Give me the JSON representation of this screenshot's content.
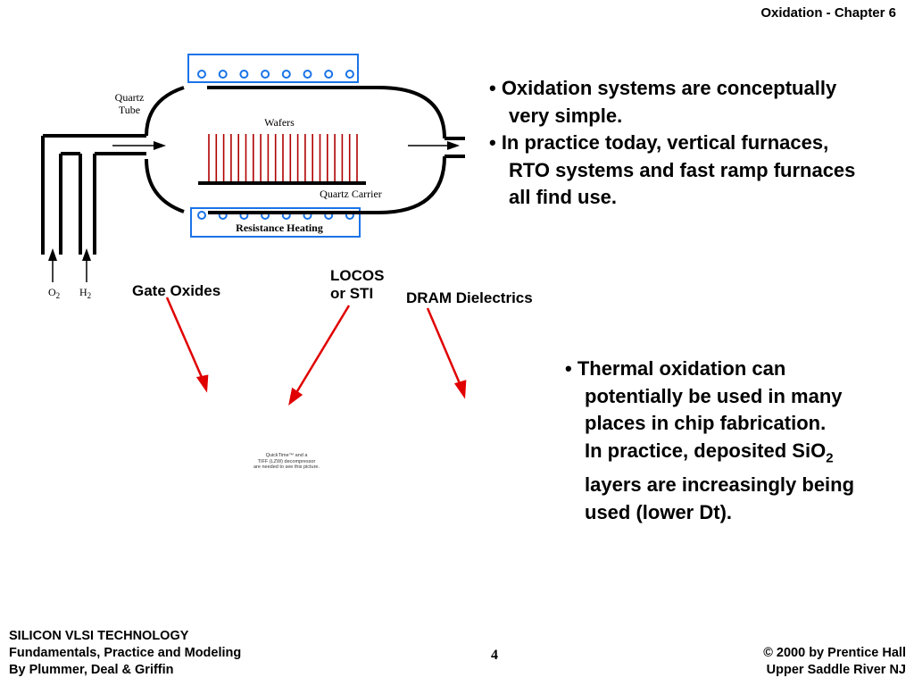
{
  "header": {
    "title": "Oxidation - Chapter 6"
  },
  "diagram": {
    "labels": {
      "quartz_tube_1": "Quartz",
      "quartz_tube_2": "Tube",
      "wafers": "Wafers",
      "quartz_carrier": "Quartz Carrier",
      "resistance_heating": "Resistance Heating",
      "o2_base": "O",
      "o2_sub": "2",
      "h2_base": "H",
      "h2_sub": "2"
    },
    "colors": {
      "heater_border": "#1a73e8",
      "coil": "#1a73e8",
      "wafer": "#b00000",
      "arrow": "#e00000"
    }
  },
  "callouts": {
    "gate_oxides": "Gate Oxides",
    "locos_1": "LOCOS",
    "locos_2": "or STI",
    "dram": "DRAM Dielectrics"
  },
  "bullets_top": [
    {
      "line1": "• Oxidation systems are conceptually",
      "line2": "very simple."
    },
    {
      "line1": "• In practice today, vertical furnaces,",
      "line2": "RTO systems and fast ramp furnaces",
      "line3": "all find use."
    }
  ],
  "bullets_bottom": {
    "line1": "• Thermal oxidation can",
    "line2": "potentially be used in many",
    "line3": "places in chip fabrication.",
    "line4_base": "In practice, deposited SiO",
    "line4_sub": "2",
    "line5": "layers are increasingly being",
    "line6": "used (lower Dt)."
  },
  "placeholder": {
    "line1": "QuickTime™ and a",
    "line2": "TIFF (LZW) decompressor",
    "line3": "are needed to see this picture."
  },
  "footer": {
    "left1": "SILICON VLSI TECHNOLOGY",
    "left2": "Fundamentals, Practice and Modeling",
    "left3": "By Plummer, Deal & Griffin",
    "page": "4",
    "right1": "© 2000 by Prentice Hall",
    "right2": "Upper Saddle River NJ"
  }
}
